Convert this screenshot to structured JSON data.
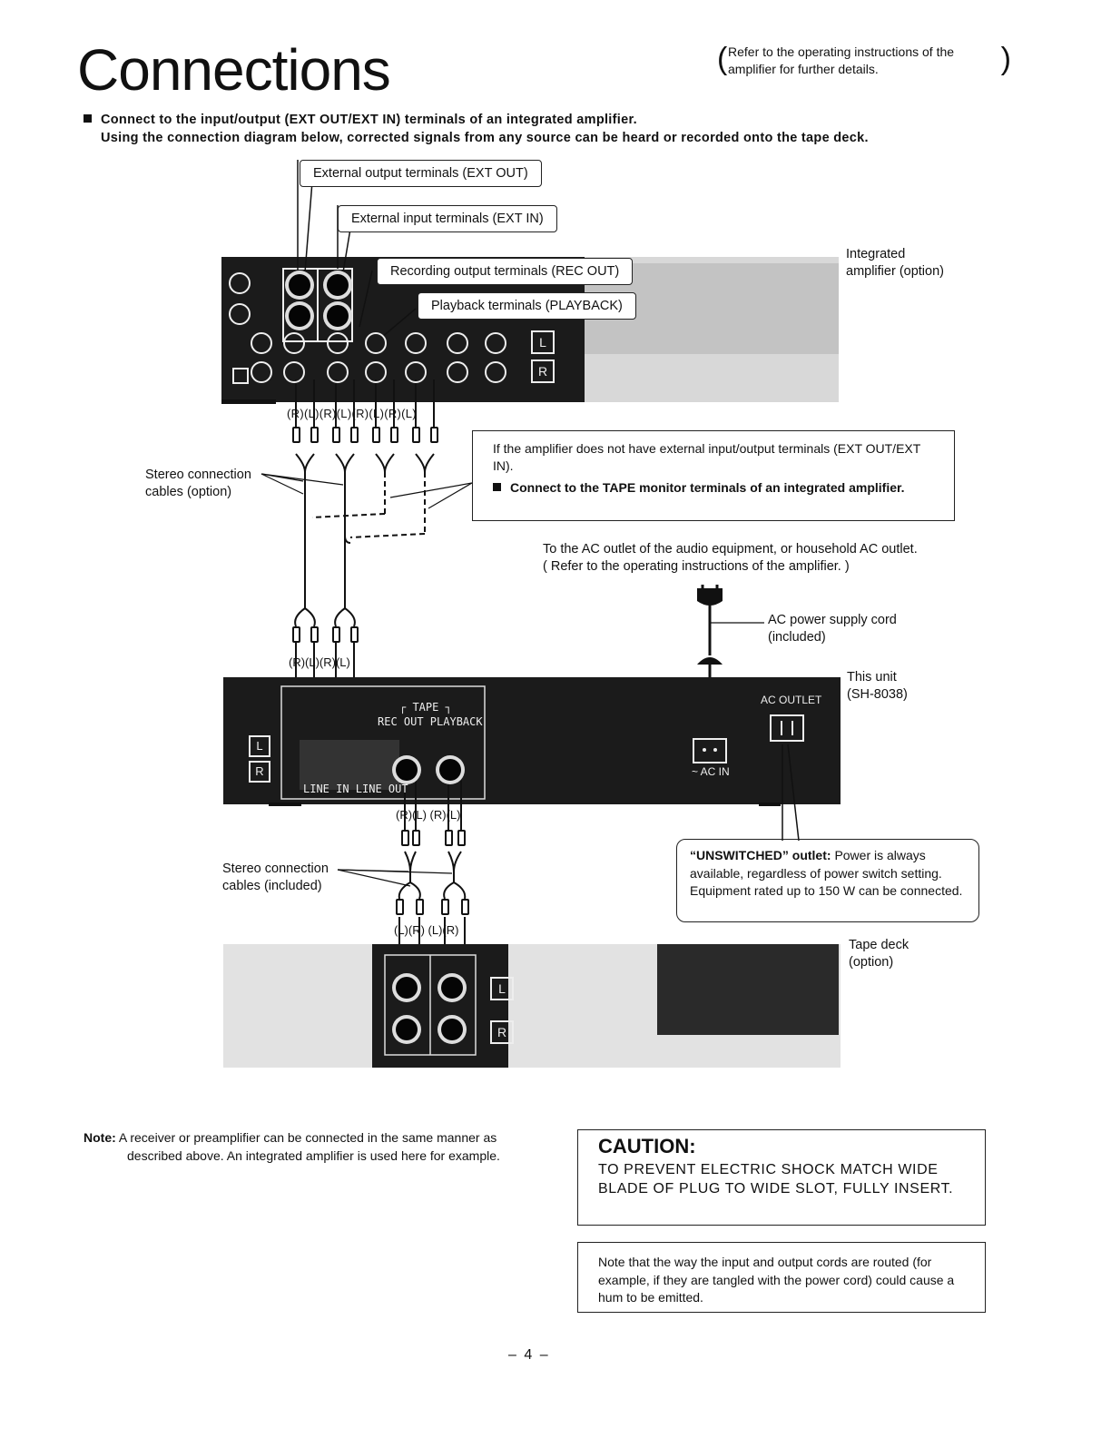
{
  "page": {
    "title": "Connections",
    "refer_note": "Refer to the operating instructions of the amplifier for further details.",
    "page_number": "– 4 –"
  },
  "intro": {
    "line1": "Connect to the input/output (EXT OUT/EXT IN) terminals of an integrated amplifier.",
    "line2": "Using the connection diagram below, corrected signals from any source can be heard or recorded onto the tape deck."
  },
  "callouts": {
    "ext_out": "External output terminals (EXT OUT)",
    "ext_in": "External input terminals (EXT IN)",
    "rec_out": "Recording output terminals (REC OUT)",
    "playback": "Playback terminals (PLAYBACK)"
  },
  "labels": {
    "integrated_amp_1": "Integrated",
    "integrated_amp_2": "amplifier (option)",
    "rl_top": "(R)(L)(R)(L)(R)(L)(R)(L)",
    "stereo_cables_option_1": "Stereo connection",
    "stereo_cables_option_2": "cables (option)",
    "rl_mid": "(R)(L)(R)(L)",
    "ac_outlet_text_1": "To the AC outlet of the audio equipment, or household AC outlet.",
    "ac_outlet_text_2": "( Refer to the operating instructions of the amplifier. )",
    "ac_cord_1": "AC power supply cord",
    "ac_cord_2": "(included)",
    "this_unit_1": "This unit",
    "this_unit_2": "(SH-8038)",
    "unit_tape": "┌ TAPE ┐",
    "unit_recout_playback": "REC OUT  PLAYBACK",
    "unit_linein_lineout": "LINE IN  LINE OUT",
    "unit_ac_outlet": "AC OUTLET",
    "unit_ac_in": "~ AC IN",
    "rl_unit": "(R)(L)  (R)(L)",
    "stereo_cables_incl_1": "Stereo connection",
    "stereo_cables_incl_2": "cables (included)",
    "lr_deck": "(L)(R)  (L)(R)",
    "tape_deck_1": "Tape deck",
    "tape_deck_2": "(option)",
    "L": "L",
    "R": "R"
  },
  "no_ext_box": {
    "line1": "If the amplifier does not have external input/output terminals (EXT OUT/EXT IN).",
    "line2": "Connect to the TAPE monitor terminals of an integrated amplifier."
  },
  "unswitched": {
    "bold": "“UNSWITCHED” outlet:",
    "text": "Power is always available, regardless of power switch setting. Equipment rated up to 150 W can be connected."
  },
  "note": {
    "label": "Note:",
    "text": "A receiver or preamplifier can be connected in the same manner as described above. An integrated amplifier is used here for example."
  },
  "caution": {
    "heading": "CAUTION:",
    "text": "TO PREVENT ELECTRIC SHOCK MATCH WIDE BLADE OF PLUG TO WIDE SLOT, FULLY INSERT."
  },
  "hum_note": {
    "text": "Note that the way the input and output cords are routed (for example, if they are tangled with the power cord) could cause a hum to be emitted."
  }
}
